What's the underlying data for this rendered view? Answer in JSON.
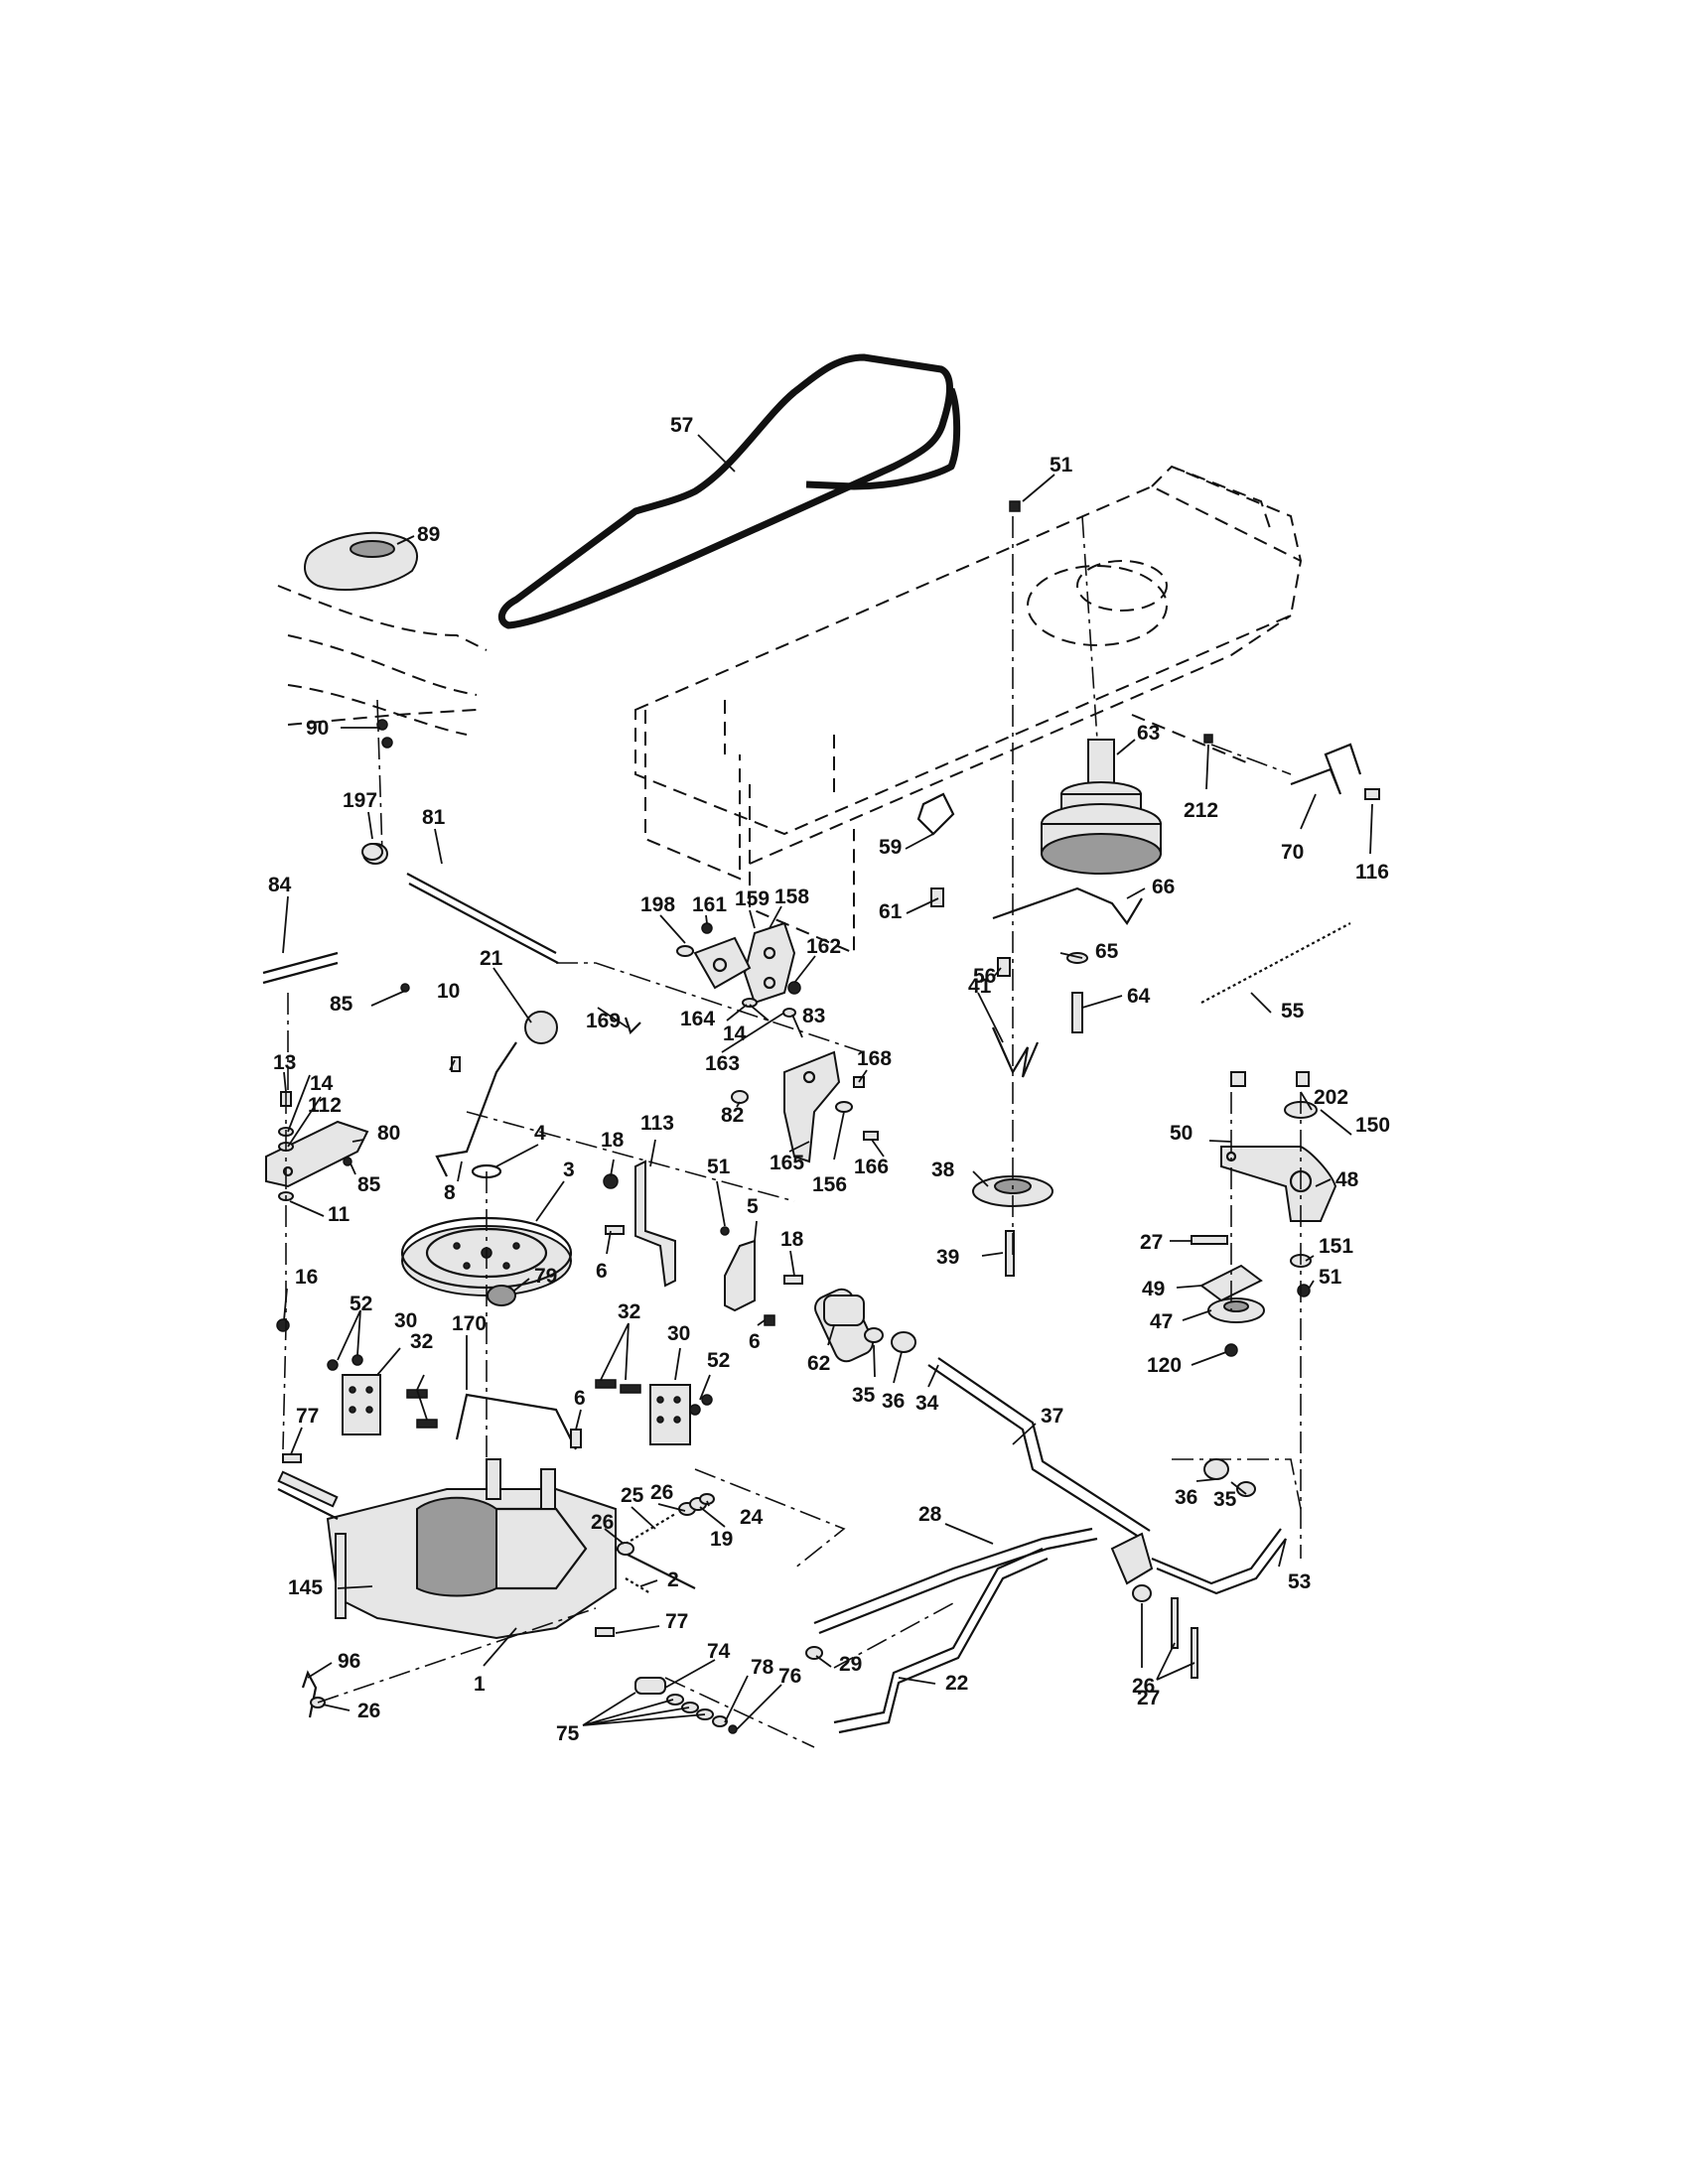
{
  "callouts": [
    "57",
    "51",
    "89",
    "90",
    "63",
    "212",
    "70",
    "116",
    "197",
    "81",
    "59",
    "66",
    "84",
    "198",
    "161",
    "159",
    "158",
    "162",
    "61",
    "65",
    "56",
    "64",
    "55",
    "21",
    "85",
    "169",
    "164",
    "14",
    "83",
    "41",
    "10",
    "163",
    "168",
    "13",
    "14",
    "112",
    "80",
    "82",
    "165",
    "166",
    "156",
    "18",
    "113",
    "4",
    "8",
    "3",
    "38",
    "50",
    "202",
    "150",
    "48",
    "85",
    "51",
    "11",
    "5",
    "18",
    "6",
    "6",
    "39",
    "27",
    "151",
    "49",
    "51",
    "47",
    "120",
    "79",
    "16",
    "52",
    "30",
    "32",
    "30",
    "52",
    "32",
    "62",
    "35",
    "36",
    "34",
    "37",
    "170",
    "6",
    "77",
    "36",
    "35",
    "26",
    "25",
    "26",
    "24",
    "19",
    "28",
    "53",
    "145",
    "2",
    "77",
    "29",
    "22",
    "26",
    "27",
    "96",
    "1",
    "74",
    "78",
    "76",
    "26",
    "75"
  ],
  "notes": "Exploded parts diagram: callout numbers label components; no caption or title printed."
}
